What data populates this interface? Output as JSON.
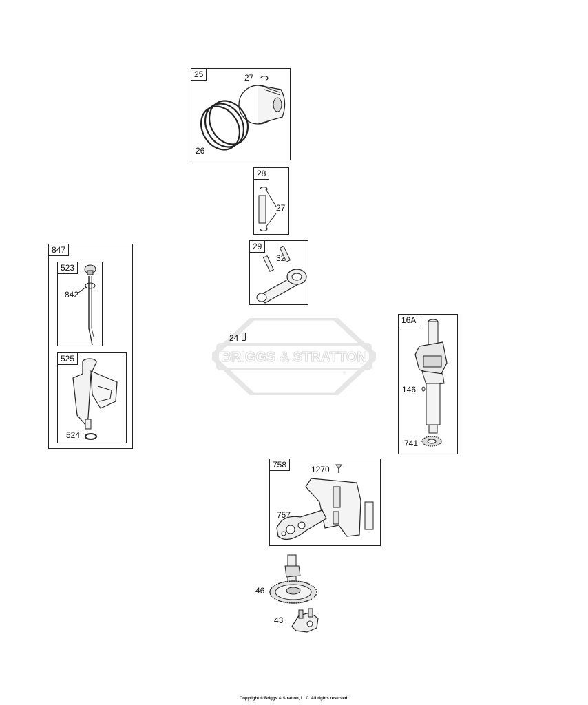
{
  "watermark": {
    "brand": "BRIGGS & STRATTON",
    "trademark": "®"
  },
  "copyright": "Copyright © Briggs & Stratton, LLC. All rights reserved.",
  "groups": {
    "g25": {
      "tag": "25",
      "callouts": {
        "c27": "27",
        "c26": "26"
      }
    },
    "g28": {
      "tag": "28",
      "callouts": {
        "c27": "27"
      }
    },
    "g29": {
      "tag": "29",
      "callouts": {
        "c32": "32"
      }
    },
    "g847": {
      "tag": "847"
    },
    "g523": {
      "tag": "523",
      "callouts": {
        "c842": "842"
      }
    },
    "g525": {
      "tag": "525",
      "callouts": {
        "c524": "524"
      }
    },
    "g16A": {
      "tag": "16A",
      "callouts": {
        "c146": "146",
        "c741": "741"
      }
    },
    "g758": {
      "tag": "758",
      "callouts": {
        "c1270": "1270",
        "c757": "757"
      }
    }
  },
  "loose_callouts": {
    "c24": "24",
    "c46": "46",
    "c43": "43"
  }
}
